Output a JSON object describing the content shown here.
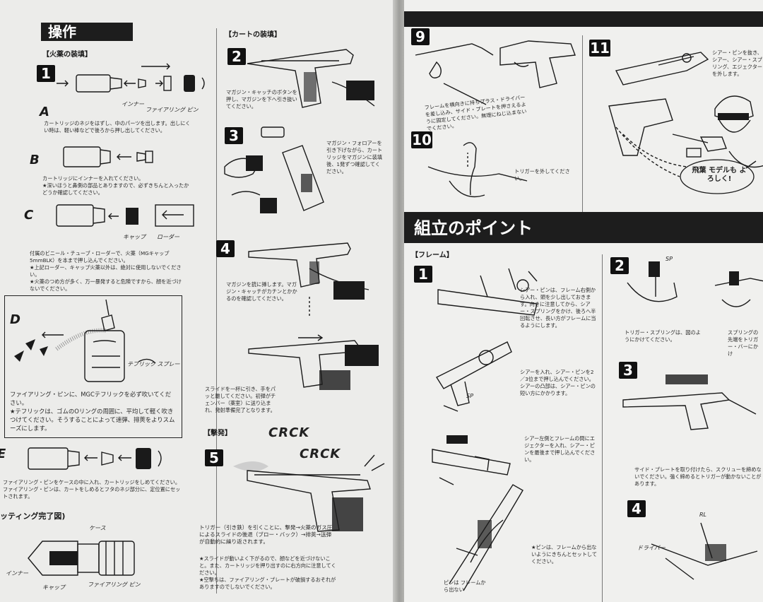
{
  "left": {
    "header": "操作",
    "sections": {
      "powder": "【火薬の装填】",
      "cart": "【カートの装填】",
      "fire": "【撃発】",
      "setting_done": "ッティング完了図)"
    },
    "steps": {
      "s1": "1",
      "s2": "2",
      "s3": "3",
      "s4": "4",
      "s5": "5"
    },
    "letters": {
      "a": "A",
      "b": "B",
      "c": "C",
      "d": "D",
      "e": "E"
    },
    "labels": {
      "inner": "インナー",
      "firing_pin": "ファイアリング ピン",
      "cap": "キャップ",
      "loader": "ローダー",
      "teflic_spray": "テフリック スプレー",
      "case": "ケース",
      "inner2": "インナー",
      "cap2": "キャップ",
      "firing_pin2": "ファイアリング ピン",
      "crck": "CRCK"
    },
    "text": {
      "a": "カートリッジのネジをはずし、中のパーツを出します。出しにくい時は、軽い棒などで後ろから押し出してください。",
      "b": "カートリッジにインナーを入れてください。\n★深いほうと鼻側の部品とありますので、必ずきちんと入ったかどうか確認してください。",
      "c": "付属のビニール・チューブ・ローダーで、火薬（MGキャップ5mmBLK）を本まで押し込んでください。\n★上記ローダー、キャップ火薬以外は、絶対に使用しないでください。\n★火薬のつめ方が多く、万一暴発すると危険ですから、顔を近づけないでください。",
      "d": "ファイアリング・ピンに、MGCテフリックを必ず吹いてください。\n★テフリックは、ゴムのOリングの周囲に、平均して軽く吹きつけてください。そうすることによって速弾、排莢をよりスムーズにします。",
      "e": "ファイアリング・ピンをケースの中に入れ、カートリッジをしめてください。ファイアリング・ピンは、カートをしめるとフタのネジ部分に、定位置にセットされます。",
      "s2": "マガジン・キャッチのボタンを押し、マガジンを下へ引き抜いてください。",
      "s3": "マガジン・フォロアーを引き下げながら、カートリッジをマガジンに装填後、1発ずつ確認してください。",
      "s4": "マガジンを銃に挿します。マガジン・キャッチがカチンとかかるのを確認してください。",
      "s4b": "スライドを一杯に引き、手をパッと離してください。初弾がチェンバー（薬室）に送り込まれ、発射準備完了となります。",
      "s5": "トリガー（引き鉄）を引くことに、撃発→火薬のガス圧によるスライドの後退（ブロー・バック）→排莢→送弾が自動的に繰り返されます。",
      "s5b": "★スライドが動いよく下がるので、顔などを近づけないこと。また、カートリッジを押り出すのに右方向に注意してください。\n★空撃ちは、ファイアリング・プレートが破損するおそれがありますのでしないでください。"
    }
  },
  "right": {
    "header": "組立のポイント",
    "section": "【フレーム】",
    "steps": {
      "s9": "9",
      "s10": "10",
      "s11": "11",
      "f1": "1",
      "f2": "2",
      "f3": "3",
      "f4": "4"
    },
    "labels": {
      "sp": "SP",
      "sp2": "SP",
      "pin_note": "ピンは フレームから出ない",
      "hiba": "飛葉 モデルも よろしく!",
      "rl": "RL",
      "driver": "ドライバー"
    },
    "text": {
      "s9": "フレームを横向きに持ちプラス・ドライバーを差し込み、サイド・プレートを押さえるように固定してください。無理にねじ込まないでください。",
      "s10": "トリガーを外してください。",
      "s11": "シアー・ピンを抜き、シアー、シアー・スプリング、エジェクターを外します。",
      "f1": "シアー・ピンは、フレーム右側から入れ、頭を少し出しておきます。向きに注意してから、シアー・スプリングをかけ、後ろへ半回転させ、長い方がフレームに当るようにします。",
      "f1b": "シアーを入れ、シアー・ピンを2／3位まで押し込んでください。シアーの凸部は、シアー・ピンの短い方にかかります。",
      "f1c": "シアー左側とフレームの間にエジェクターを入れ、シアー・ピンを最後まで押し込んでください。",
      "f1d": "★ピンは、フレームから出ないようにきちんとセットしてください。",
      "f2": "トリガー・スプリングは、図のようにかけてください。",
      "f2b": "スプリングの先端をトリガー・バーにかけ",
      "f3": "サイド・プレートを取り付けたら、スクリューを締めないでください。強く締めるとトリガーが動かないことがあります。"
    }
  }
}
